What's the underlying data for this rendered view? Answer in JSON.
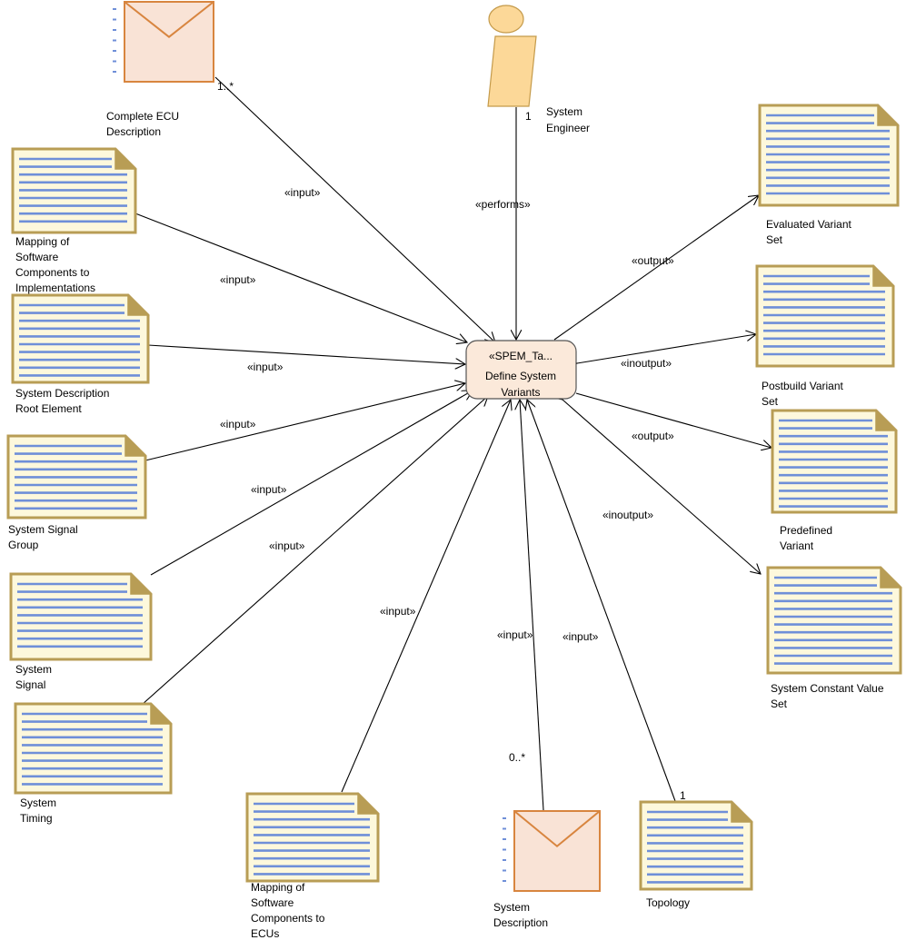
{
  "task": {
    "stereotype": "«SPEM_Ta...",
    "name_line1": "Define System",
    "name_line2": "Variants"
  },
  "actor": {
    "name_line1": "System",
    "name_line2": "Engineer",
    "multiplicity": "1"
  },
  "inputs": [
    {
      "lines": [
        "Complete ECU",
        "Description"
      ],
      "kind": "envelope",
      "edge_label": "«input»",
      "multiplicity": "1..*"
    },
    {
      "lines": [
        "Mapping of",
        "Software",
        "Components to",
        "Implementations"
      ],
      "kind": "document",
      "edge_label": "«input»"
    },
    {
      "lines": [
        "System Description",
        "Root Element"
      ],
      "kind": "document",
      "edge_label": "«input»"
    },
    {
      "lines": [
        "System Signal",
        "Group"
      ],
      "kind": "document",
      "edge_label": "«input»"
    },
    {
      "lines": [
        "System",
        "Signal"
      ],
      "kind": "document",
      "edge_label": "«input»"
    },
    {
      "lines": [
        "System",
        "Timing"
      ],
      "kind": "document",
      "edge_label": "«input»"
    },
    {
      "lines": [
        "Mapping of",
        "Software",
        "Components to",
        "ECUs"
      ],
      "kind": "document",
      "edge_label": "«input»"
    },
    {
      "lines": [
        "System",
        "Description"
      ],
      "kind": "envelope",
      "edge_label": "«input»",
      "multiplicity": "0..*"
    },
    {
      "lines": [
        "Topology"
      ],
      "kind": "document",
      "edge_label": "«input»",
      "multiplicity": "1"
    }
  ],
  "outputs": [
    {
      "lines": [
        "Evaluated Variant",
        "Set"
      ],
      "edge_label": "«output»"
    },
    {
      "lines": [
        "Postbuild Variant",
        "Set"
      ],
      "edge_label": "«inoutput»"
    },
    {
      "lines": [
        "Predefined",
        "Variant"
      ],
      "edge_label": "«output»"
    },
    {
      "lines": [
        "System Constant Value",
        "Set"
      ],
      "edge_label": "«inoutput»"
    }
  ],
  "performs_label": "«performs»",
  "colors": {
    "doc_fill": "#fdf8dc",
    "doc_border": "#b89d55",
    "doc_lines": "#6f8fd8",
    "envelope_fill": "#f9e3d6",
    "envelope_border": "#d8853f",
    "actor_fill": "#fcd898",
    "actor_border": "#c49a4a",
    "task_fill": "#fbe9da",
    "task_border": "#555555"
  }
}
